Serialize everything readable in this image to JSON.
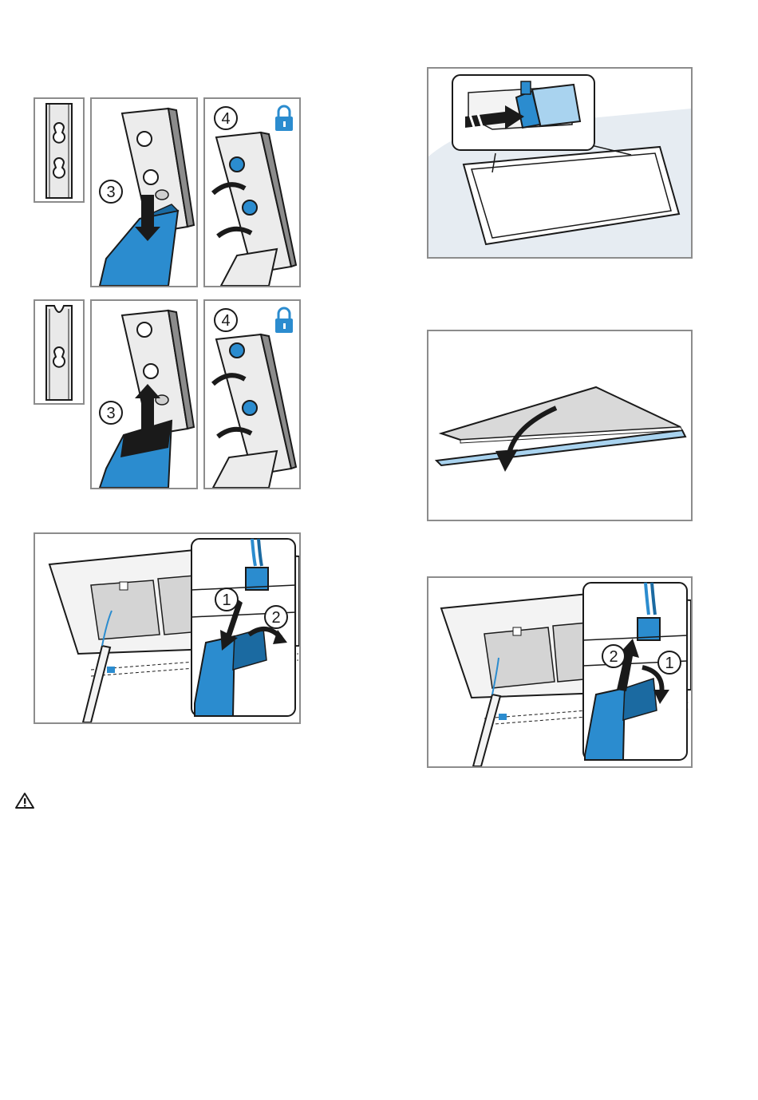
{
  "figures": {
    "fig_mount_down": {
      "mark_slide": "3",
      "mark_tighten": "4",
      "lock_icon": "lock-icon"
    },
    "fig_mount_up": {
      "mark_slide": "3",
      "mark_tighten": "4",
      "lock_icon": "lock-icon"
    },
    "fig_connect": {
      "mark_push": "1",
      "mark_fold": "2"
    },
    "fig_disconnect": {
      "mark_fold": "1",
      "mark_pull": "2"
    }
  },
  "warning_icon": "warning-triangle-icon",
  "colors": {
    "accent_blue": "#2b8ccf",
    "light_blue": "#a9d3ef",
    "frame_gray": "#8c8c8c",
    "line_dark": "#1a1a1a",
    "metal_gray": "#d7d7d7"
  }
}
